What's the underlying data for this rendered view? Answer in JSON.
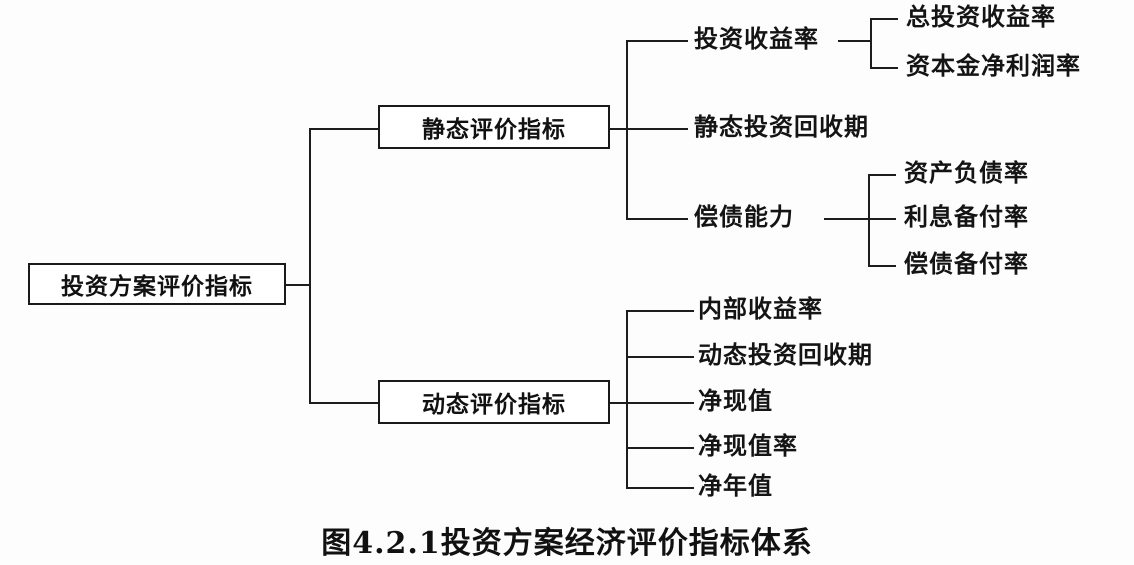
{
  "figure": {
    "caption": "图4.2.1投资方案经济评价指标体系",
    "ink_color": "#1a1a1a",
    "background_color": "#fdfdfd"
  },
  "tree": {
    "root": {
      "label": "投资方案评价指标",
      "shape": "box"
    },
    "branches": [
      {
        "id": "static",
        "label": "静态评价指标",
        "shape": "box",
        "children": [
          {
            "id": "roi",
            "label": "投资收益率",
            "shape": "text",
            "children": [
              {
                "id": "roi-total",
                "label": "总投资收益率",
                "shape": "text"
              },
              {
                "id": "roi-capital",
                "label": "资本金净利润率",
                "shape": "text"
              }
            ]
          },
          {
            "id": "static-payback",
            "label": "静态投资回收期",
            "shape": "text",
            "children": []
          },
          {
            "id": "solvency",
            "label": "偿债能力",
            "shape": "text",
            "children": [
              {
                "id": "debt-asset-ratio",
                "label": "资产负债率",
                "shape": "text"
              },
              {
                "id": "interest-coverage",
                "label": "利息备付率",
                "shape": "text"
              },
              {
                "id": "debt-service-coverage",
                "label": "偿债备付率",
                "shape": "text"
              }
            ]
          }
        ]
      },
      {
        "id": "dynamic",
        "label": "动态评价指标",
        "shape": "box",
        "children": [
          {
            "id": "irr",
            "label": "内部收益率",
            "shape": "text",
            "children": []
          },
          {
            "id": "dynamic-payback",
            "label": "动态投资回收期",
            "shape": "text",
            "children": []
          },
          {
            "id": "npv",
            "label": "净现值",
            "shape": "text",
            "children": []
          },
          {
            "id": "npvr",
            "label": "净现值率",
            "shape": "text",
            "children": []
          },
          {
            "id": "nav",
            "label": "净年值",
            "shape": "text",
            "children": []
          }
        ]
      }
    ]
  }
}
